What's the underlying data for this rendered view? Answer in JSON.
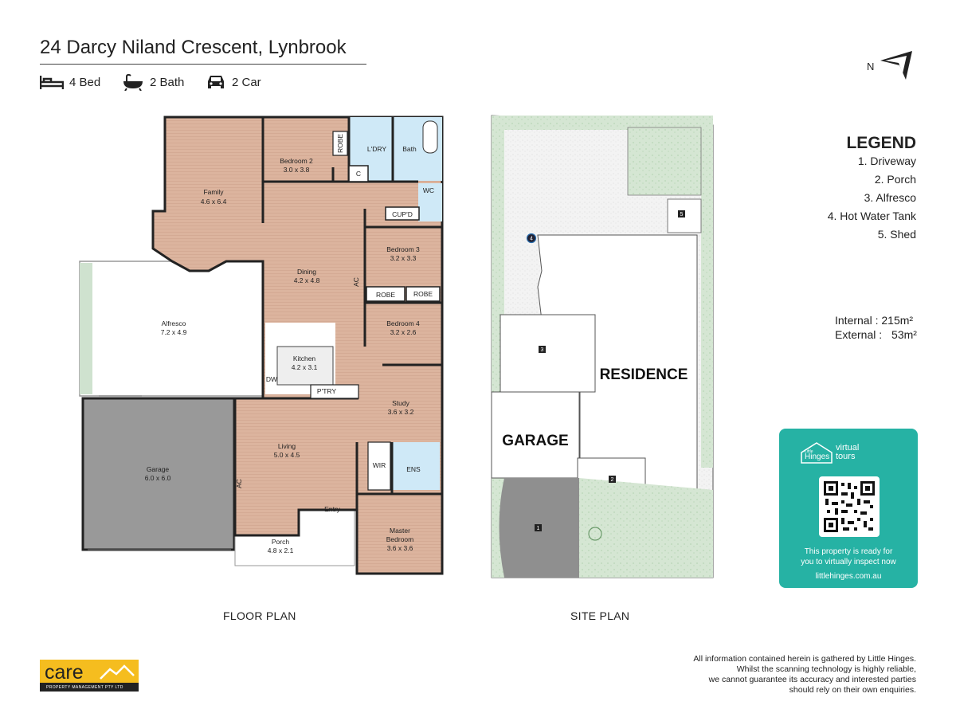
{
  "header": {
    "address": "24 Darcy Niland Crescent, Lynbrook",
    "features": [
      {
        "icon": "bed-icon",
        "label": "4 Bed"
      },
      {
        "icon": "bath-icon",
        "label": "2 Bath"
      },
      {
        "icon": "car-icon",
        "label": "2 Car"
      }
    ]
  },
  "floor_plan": {
    "caption": "FLOOR PLAN",
    "rooms": [
      {
        "name": "Family",
        "size": "4.6 x 6.4"
      },
      {
        "name": "Bedroom 2",
        "size": "3.0 x 3.8"
      },
      {
        "name": "ROBE"
      },
      {
        "name": "L'DRY"
      },
      {
        "name": "Bath"
      },
      {
        "name": "C"
      },
      {
        "name": "WC"
      },
      {
        "name": "CUP'D"
      },
      {
        "name": "Bedroom 3",
        "size": "3.2 x 3.3"
      },
      {
        "name": "Dining",
        "size": "4.2 x 4.8"
      },
      {
        "name": "AC"
      },
      {
        "name": "ROBE"
      },
      {
        "name": "ROBE"
      },
      {
        "name": "Bedroom 4",
        "size": "3.2 x 2.6"
      },
      {
        "name": "Alfresco",
        "size": "7.2 x 4.9"
      },
      {
        "name": "Kitchen",
        "size": "4.2 x 3.1"
      },
      {
        "name": "DW"
      },
      {
        "name": "P'TRY"
      },
      {
        "name": "Study",
        "size": "3.6 x 3.2"
      },
      {
        "name": "Garage",
        "size": "6.0 x 6.0"
      },
      {
        "name": "AC"
      },
      {
        "name": "Living",
        "size": "5.0 x 4.5"
      },
      {
        "name": "WIR"
      },
      {
        "name": "ENS"
      },
      {
        "name": "Entry"
      },
      {
        "name": "Porch",
        "size": "4.8 x 2.1"
      },
      {
        "name": "Master",
        "size": "Bedroom"
      },
      {
        "name": "",
        "size": "3.6 x 3.6"
      }
    ]
  },
  "site_plan": {
    "caption": "SITE PLAN",
    "residence_label": "RESIDENCE",
    "garage_label": "GARAGE",
    "markers": [
      "1",
      "2",
      "3",
      "4",
      "5"
    ]
  },
  "compass": {
    "label": "N"
  },
  "legend": {
    "title": "LEGEND",
    "items": [
      "1. Driveway",
      "2. Porch",
      "3. Alfresco",
      "4. Hot Water Tank",
      "5. Shed"
    ]
  },
  "areas": {
    "internal_label": "Internal",
    "internal_value": ": 215m²",
    "external_label": "External :",
    "external_value": "53m²"
  },
  "virtual_tour": {
    "brand_small": "Little",
    "brand": "Hinges",
    "brand_tag_1": "virtual",
    "brand_tag_2": "tours",
    "line1": "This property is ready for",
    "line2": "you to virtually inspect now",
    "url": "littlehinges.com.au"
  },
  "disclaimer": [
    "All information contained herein is gathered by Little Hinges.",
    "Whilst the scanning technology is highly reliable,",
    "we cannot guarantee its accuracy and interested parties",
    "should rely on their own enquiries."
  ],
  "logo": {
    "word": "care",
    "sub": "PROPERTY MANAGEMENT PTY LTD"
  },
  "colors": {
    "floor": "#dcb49e",
    "garage": "#9a9a9a",
    "wet": "#cfe9f7",
    "lawn": "#cfe2cf",
    "teal": "#26b2a4",
    "logo": "#f5bd1f"
  }
}
